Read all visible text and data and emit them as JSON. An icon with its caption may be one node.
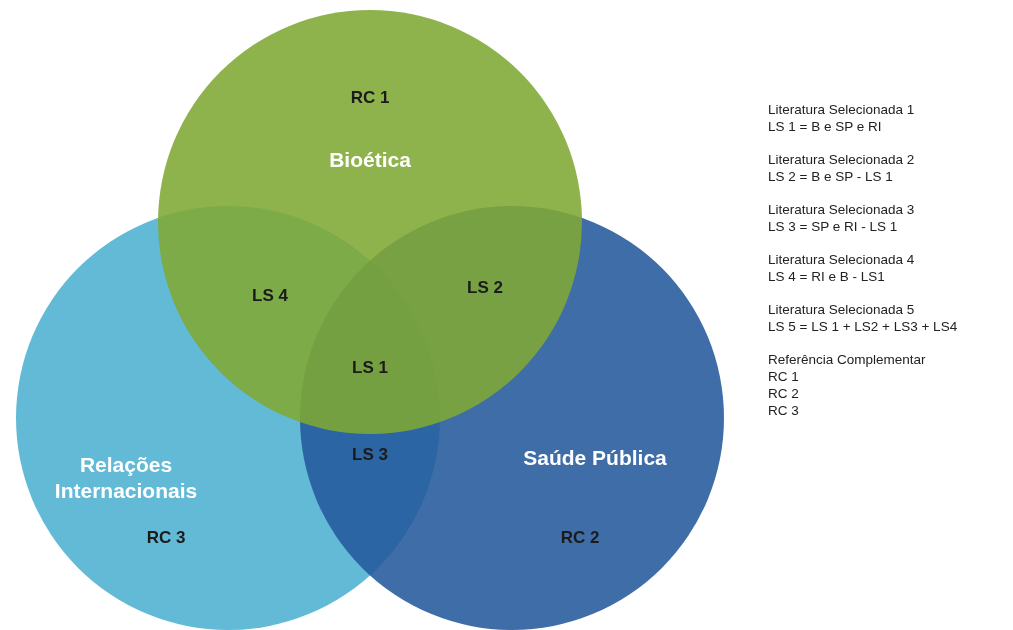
{
  "diagram": {
    "nodes": [
      {
        "text": [
          "RC 1",
          "Bioética"
        ]
      },
      {
        "text": [
          "Relações Internacionais",
          "RC 3"
        ]
      },
      {
        "text": [
          "Saúde Pública",
          "RC 2"
        ]
      }
    ],
    "labels": [
      "LS 4",
      "LS 2",
      "LS 1",
      "LS 3",
      "Literatura Selecionada 1",
      "LS 1 = B e SP e RI",
      "Literatura Selecionada 2",
      "LS 2 = B e SP - LS 1",
      "Literatura Selecionada 3",
      "LS 3 = SP e RI - LS 1",
      "Literatura Selecionada 4",
      "LS 4 = RI e B - LS1",
      "Literatura Selecionada 5",
      "LS 5 = LS 1 + LS2 + LS3 + LS4",
      "Referência Complementar",
      "RC 1",
      "RC 2",
      "RC 3"
    ]
  }
}
